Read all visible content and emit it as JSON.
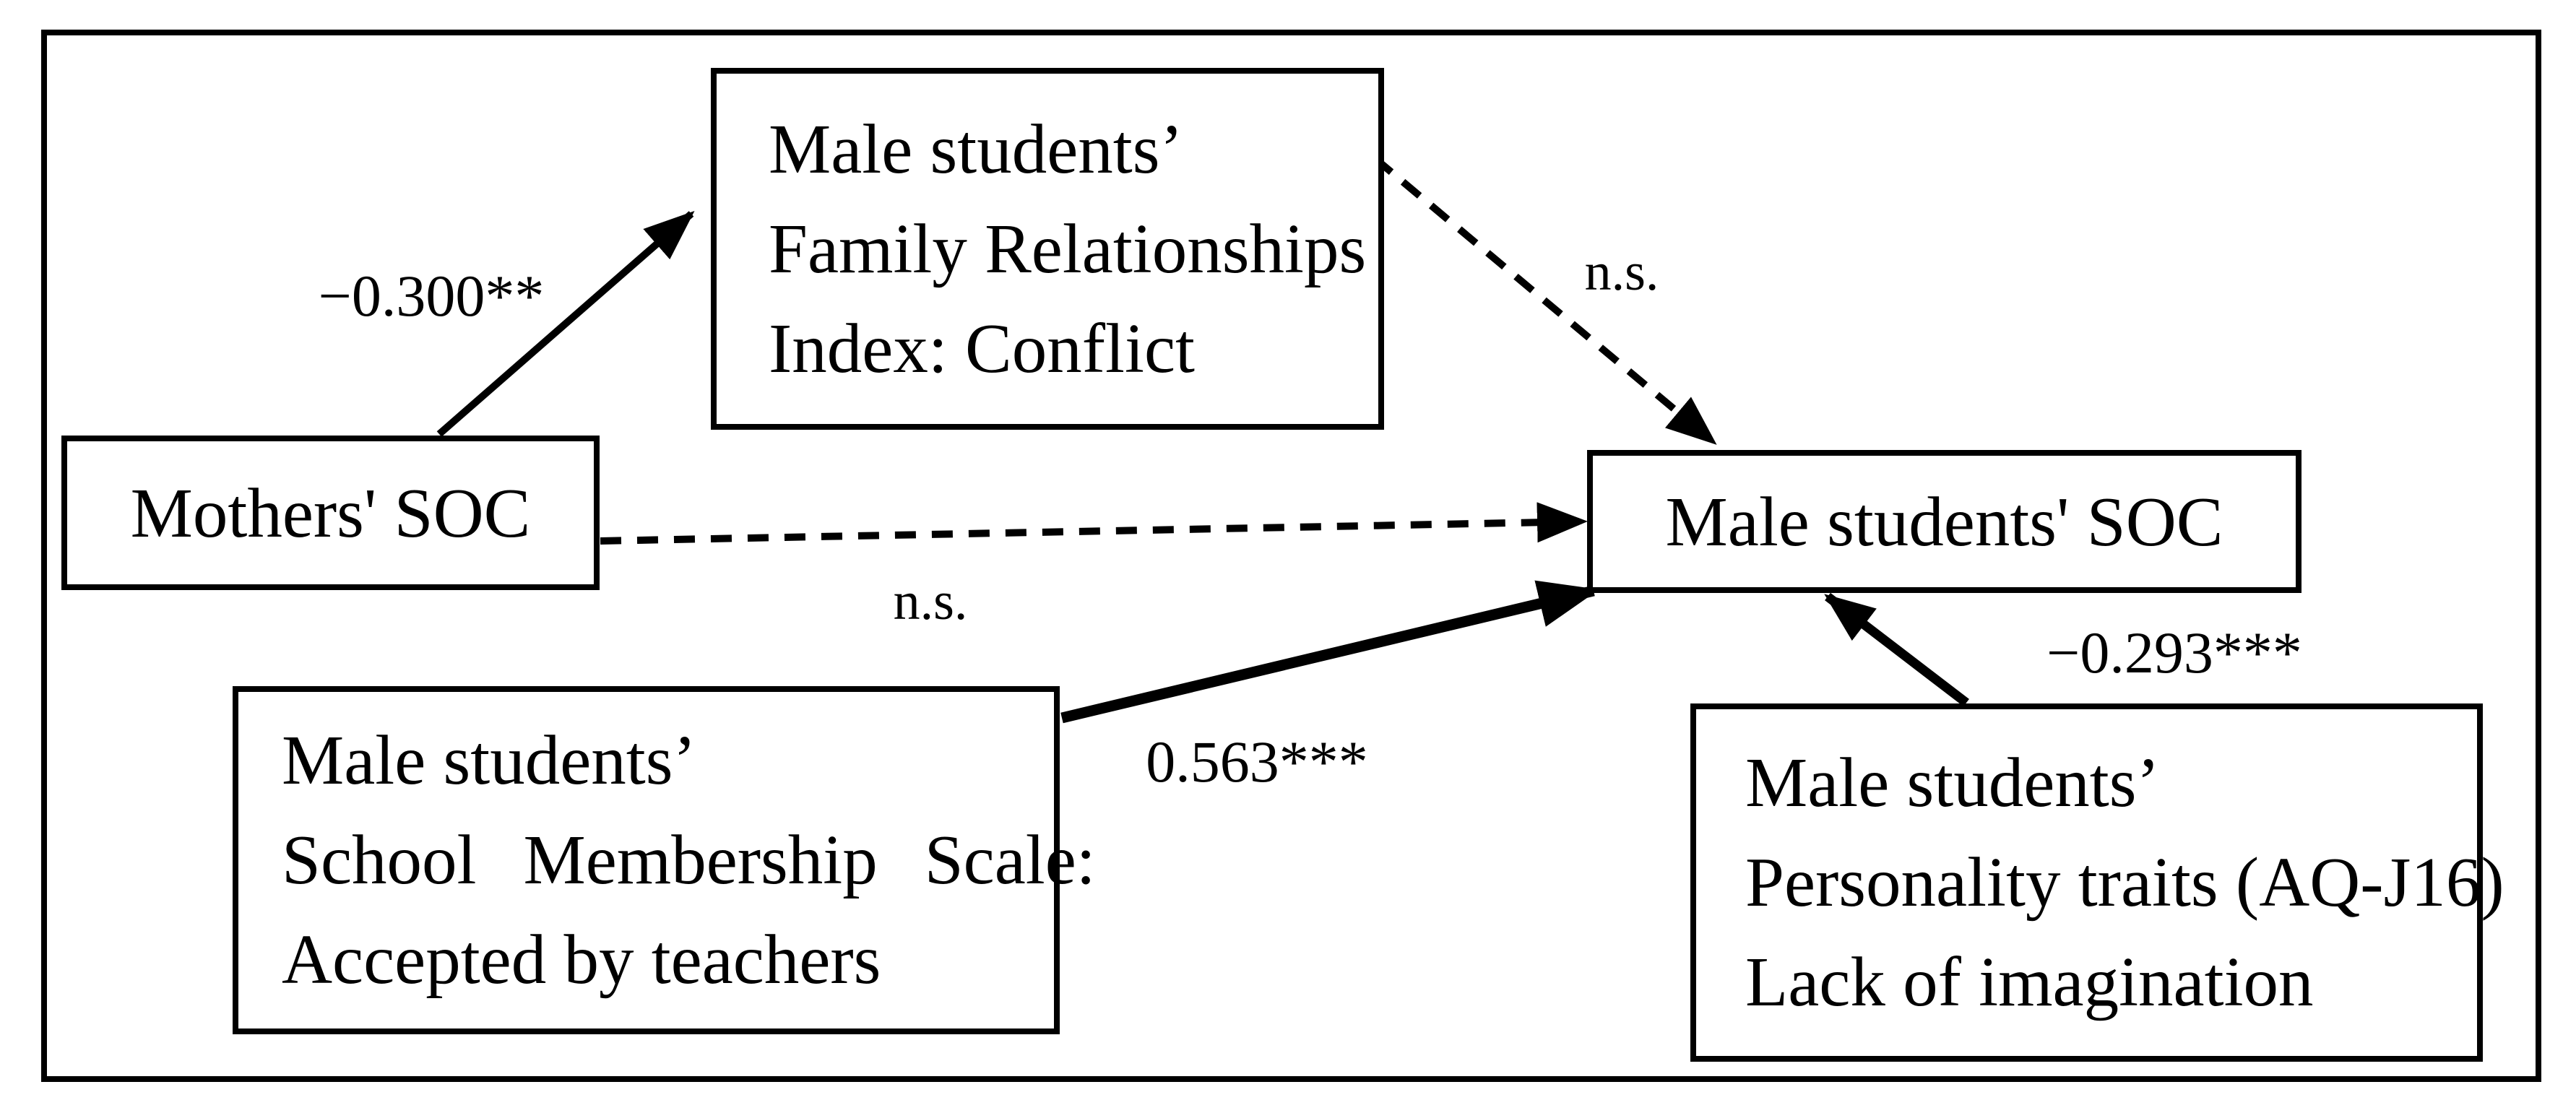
{
  "figure": {
    "kind": "structural-model-path-diagram",
    "background_color": "#ffffff",
    "line_color": "#000000"
  },
  "nodes": {
    "mothers_soc": {
      "label": "Mothers' SOC"
    },
    "family_conflict": {
      "lines": [
        "Male students’",
        "Family Relationships",
        "Index: Conflict"
      ]
    },
    "male_students_soc": {
      "label": "Male students' SOC"
    },
    "school_membership": {
      "lines": [
        "Male students’",
        "School Membership Scale:",
        "Accepted by teachers"
      ]
    },
    "personality_traits": {
      "lines": [
        "Male students’",
        "Personality traits (AQ-J16)",
        "Lack of imagination"
      ]
    }
  },
  "paths": [
    {
      "id": "mothers-to-family",
      "from": "mothers_soc",
      "to": "family_conflict",
      "style": "solid",
      "label": "−0.300**"
    },
    {
      "id": "family-to-soc",
      "from": "family_conflict",
      "to": "male_students_soc",
      "style": "dashed",
      "label": "n.s."
    },
    {
      "id": "mothers-to-soc",
      "from": "mothers_soc",
      "to": "male_students_soc",
      "style": "dashed",
      "label": "n.s."
    },
    {
      "id": "school-to-soc",
      "from": "school_membership",
      "to": "male_students_soc",
      "style": "solid",
      "label": "0.563***"
    },
    {
      "id": "personality-to-soc",
      "from": "personality_traits",
      "to": "male_students_soc",
      "style": "solid",
      "label": "−0.293***"
    }
  ]
}
